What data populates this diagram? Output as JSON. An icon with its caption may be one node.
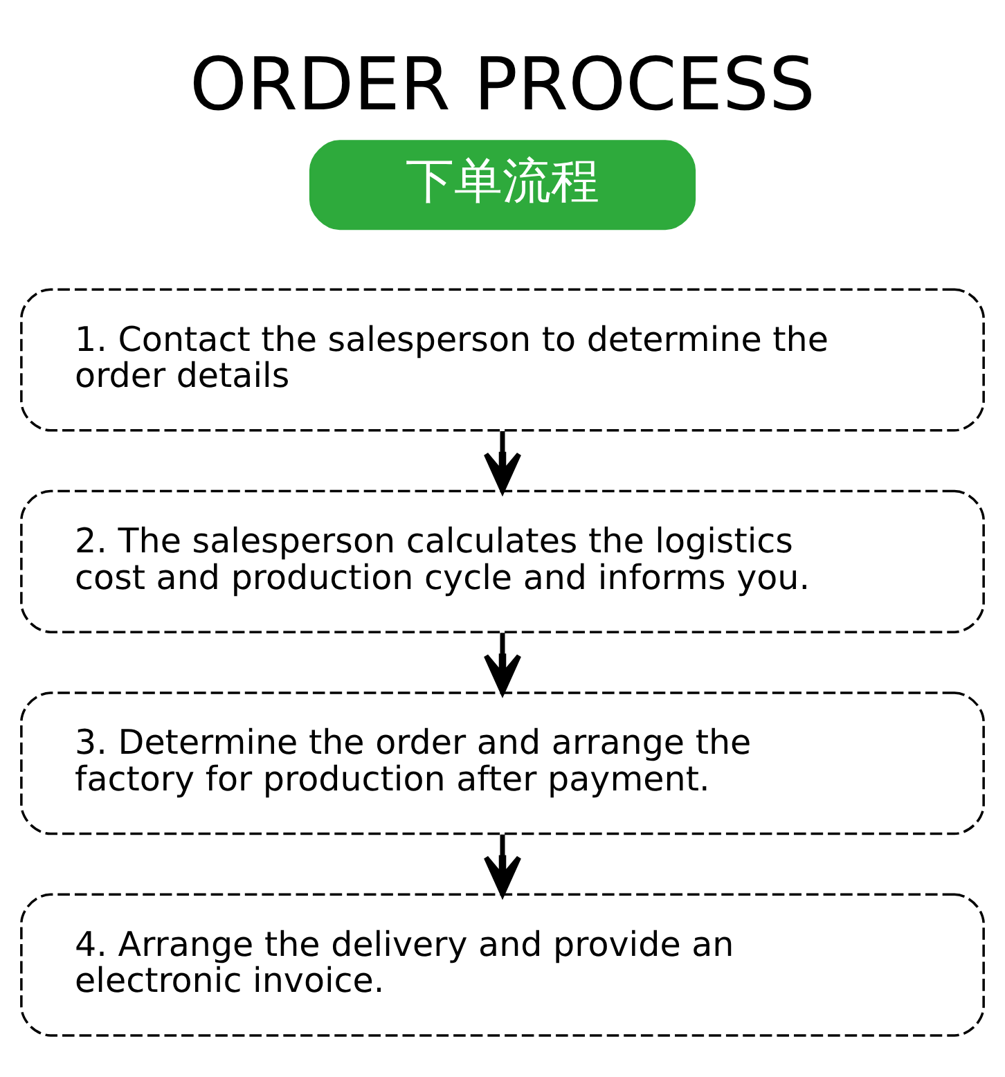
{
  "diagram": {
    "title": "ORDER PROCESS",
    "nodes": [
      {
        "text": [
          "下单流程"
        ]
      },
      {
        "text": [
          "1. Contact the salesperson to determine the order details"
        ]
      },
      {
        "text": [
          "2. The salesperson calculates the logistics cost and production cycle and informs you."
        ]
      },
      {
        "text": [
          "3. Determine the order and arrange the factory for production after payment."
        ]
      },
      {
        "text": [
          "4. Arrange the delivery and provide an electronic invoice."
        ]
      }
    ],
    "edges": [
      {
        "from": 1,
        "to": 2,
        "arrow": "to"
      },
      {
        "from": 2,
        "to": 3,
        "arrow": "to"
      },
      {
        "from": 3,
        "to": 4,
        "arrow": "to"
      }
    ]
  }
}
